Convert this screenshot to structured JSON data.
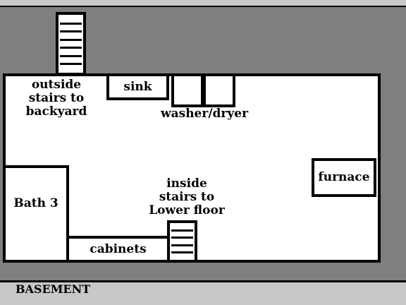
{
  "plan": {
    "title": "BASEMENT",
    "labels": {
      "outside_stairs": "outside\nstairs to\nbackyard",
      "sink": "sink",
      "washer_dryer": "washer/dryer",
      "furnace": "furnace",
      "bath": "Bath 3",
      "inside_stairs": "inside\nstairs to\nLower floor",
      "cabinets": "cabinets"
    }
  },
  "colors": {
    "background": "#7f7f7f",
    "floor": "#ffffff",
    "walls": "#000000",
    "footer": "#c8c8c8"
  }
}
